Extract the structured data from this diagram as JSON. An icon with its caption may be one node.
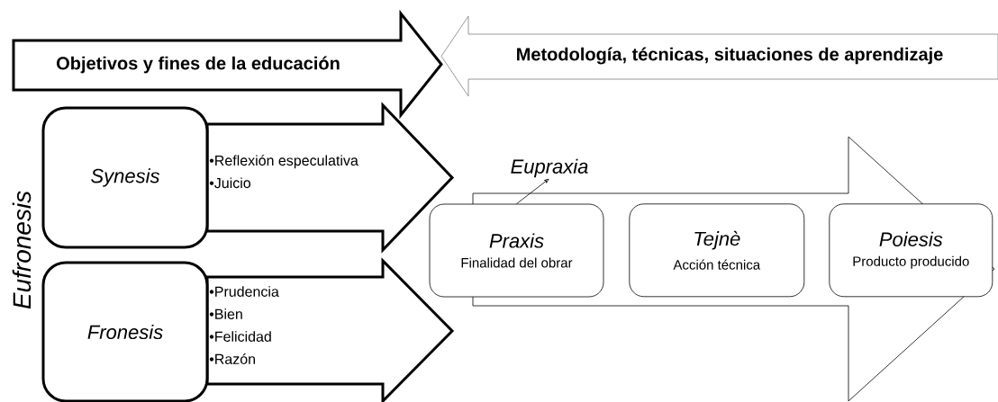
{
  "diagram": {
    "nodes": [
      {
        "text": [
          "Objetivos y fines de la educación"
        ]
      },
      {
        "text": [
          "Metodología, técnicas, situaciones de aprendizaje"
        ]
      },
      {
        "text": [
          "Synesis"
        ]
      },
      {
        "text": [
          "•Reflexión especulativa",
          "•Juicio"
        ]
      },
      {
        "text": [
          "Fronesis"
        ]
      },
      {
        "text": [
          "•Prudencia",
          "•Bien",
          "•Felicidad",
          "•Razón"
        ]
      },
      {
        "text": [],
        "shape": "arrow"
      },
      {
        "text": [
          "Praxis",
          "Finalidad del obrar"
        ]
      },
      {
        "text": [
          "Tejnè",
          "Acción técnica"
        ],
        "in": 6
      },
      {
        "text": [
          "Poiesis",
          "Producto producido"
        ],
        "in": 6
      },
      {
        "text": [
          "Eupraxia"
        ]
      }
    ],
    "edges": [
      {
        "from": 7,
        "to": 10,
        "arrow": "to"
      }
    ],
    "labels": [
      "Eufronesis"
    ]
  }
}
